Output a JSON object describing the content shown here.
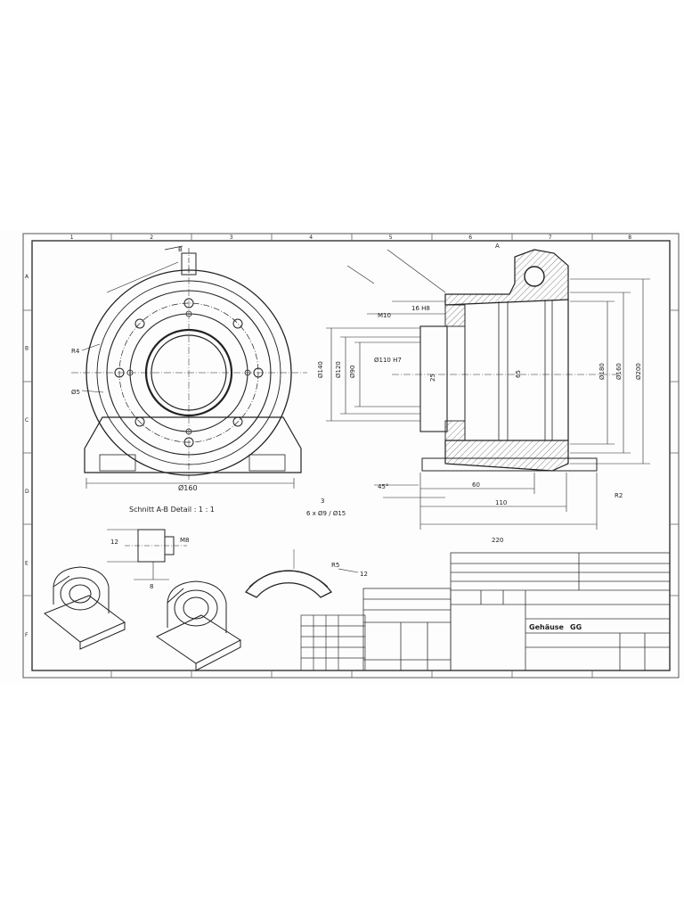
{
  "drawing": {
    "view_caption": "Schnitt A-B Detail : 1 : 1",
    "section_mark_a": "A",
    "section_mark_b": "B",
    "title_block": {
      "main_label": "Gehäuse",
      "main_code": "GG"
    },
    "dimensions": {
      "front_width": "Ø160",
      "left_r1": "R4",
      "left_r2": "Ø5",
      "bore": "Ø110 H7",
      "h1": "Ø140",
      "h2": "Ø120",
      "h3": "Ø90",
      "v1": "65",
      "v2": "25",
      "d1": "Ø180",
      "d2": "Ø160",
      "d3": "Ø200",
      "bottom_total": "220",
      "bottom_a": "110",
      "bottom_b": "60",
      "top_a": "16 H8",
      "top_b": "M10",
      "chamfer": "45°",
      "small_r": "R2",
      "detail_1": "M8",
      "detail_2": "12",
      "detail_3": "8",
      "detail_4": "6 x Ø9 / Ø15",
      "detail_5": "3",
      "arc_1": "R5",
      "arc_2": "12"
    },
    "grid": {
      "cols": [
        "1",
        "2",
        "3",
        "4",
        "5",
        "6",
        "7",
        "8"
      ],
      "rows": [
        "A",
        "B",
        "C",
        "D",
        "E",
        "F"
      ]
    }
  }
}
